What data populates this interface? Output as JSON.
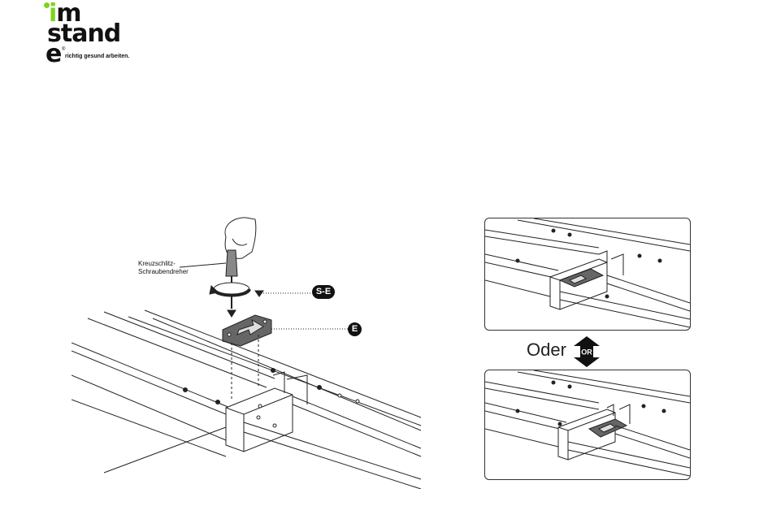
{
  "logo": {
    "line1_i": "i",
    "line1_rest": "m",
    "line2": "stand",
    "line3": "e",
    "registered": "®",
    "tagline": "richtig gesund arbeiten.",
    "accent_color": "#7ed321"
  },
  "main_diagram": {
    "screwdriver_label_line1": "Kreuzschlitz-",
    "screwdriver_label_line2": "Schraubendreher",
    "screw_part_id": "S-E",
    "plate_part_id": "E"
  },
  "alternatives": {
    "oder_label": "Oder",
    "or_badge": "OR"
  }
}
